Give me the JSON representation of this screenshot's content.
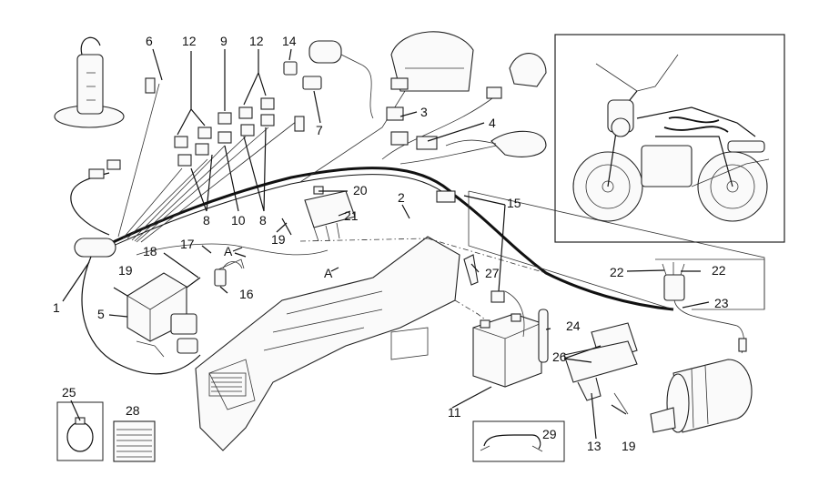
{
  "callouts": {
    "c1": "1",
    "c2": "2",
    "c3": "3",
    "c4": "4",
    "c5": "5",
    "c6": "6",
    "c7": "7",
    "c8a": "8",
    "c8b": "8",
    "c9": "9",
    "c10": "10",
    "c11": "11",
    "c12a": "12",
    "c12b": "12",
    "c13": "13",
    "c14": "14",
    "c15": "15",
    "c16": "16",
    "c17": "17",
    "c18": "18",
    "c19a": "19",
    "c19b": "19",
    "c19c": "19",
    "c20": "20",
    "c21": "21",
    "c22a": "22",
    "c22b": "22",
    "c23": "23",
    "c24": "24",
    "c25": "25",
    "c26": "26",
    "c27": "27",
    "c28": "28",
    "c29": "29"
  },
  "section_marks": {
    "a1": "A",
    "a2": "A"
  },
  "colors": {
    "line": "#111111",
    "fill": "#fafafa",
    "background": "#ffffff"
  },
  "icons": [
    "motorcycle-inset-icon",
    "fuel-pump-icon",
    "battery-icon",
    "starter-motor-icon",
    "headlight-icon",
    "taillight-icon",
    "cable-tie-icon",
    "label-sheet-icon"
  ]
}
